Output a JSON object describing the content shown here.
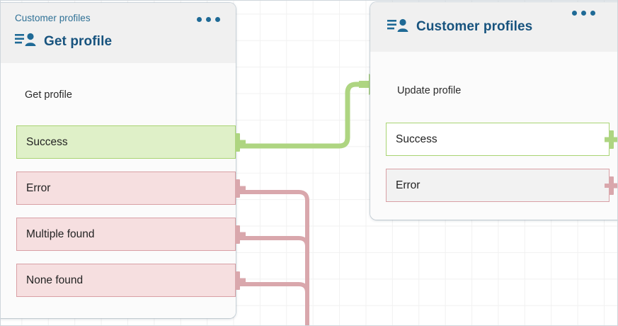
{
  "canvas": {
    "background": "#ffffff",
    "grid_color": "#f1f1f1",
    "grid_size": 37,
    "border_color": "#cfd6dc"
  },
  "palette": {
    "header_bg": "#f0f0f0",
    "card_bg": "#fbfbfb",
    "title_blue": "#17537e",
    "subtitle_blue": "#2e7095",
    "success_fill": "#dff0c8",
    "success_border": "#a9d473",
    "error_fill": "#f6dfe0",
    "error_border": "#d9a0a5",
    "edge_green": "#aed581",
    "edge_pink": "#d9a7ac",
    "edge_grey": "#8c8c8c",
    "kebab_dot": "#1f6a96"
  },
  "nodes": [
    {
      "id": "get-profile",
      "subtitle": "Customer profiles",
      "title": "Get profile",
      "step_label": "Get profile",
      "icon": "customer-profiles-icon",
      "menu_icon": "kebab-menu-icon",
      "incoming_arrow": "grey-chevron-arrow",
      "outputs": [
        {
          "label": "Success",
          "status": "success",
          "style": "filled",
          "port": "output-port-success"
        },
        {
          "label": "Error",
          "status": "error",
          "style": "filled",
          "port": "output-port-error"
        },
        {
          "label": "Multiple found",
          "status": "error",
          "style": "filled",
          "port": "output-port-multiple-found"
        },
        {
          "label": "None found",
          "status": "error",
          "style": "filled",
          "port": "output-port-none-found"
        }
      ]
    },
    {
      "id": "customer-profiles",
      "subtitle": "",
      "title": "Customer profiles",
      "step_label": "Update profile",
      "icon": "customer-profiles-icon",
      "menu_icon": "kebab-menu-icon",
      "incoming_arrow": "green-chevron-arrow",
      "outputs": [
        {
          "label": "Success",
          "status": "success",
          "style": "plain",
          "port": "output-port-success"
        },
        {
          "label": "Error",
          "status": "error",
          "style": "plain",
          "port": "output-port-error"
        }
      ]
    }
  ],
  "edges": [
    {
      "id": "edge-success-to-update-profile",
      "from": "get-profile.Success",
      "to": "customer-profiles",
      "color": "#aed581"
    },
    {
      "id": "edge-error-trunk",
      "from": "get-profile.Error",
      "to": "offscreen-below",
      "color": "#d9a7ac"
    },
    {
      "id": "edge-multiple-found-trunk",
      "from": "get-profile.Multiple found",
      "to": "offscreen-below",
      "color": "#d9a7ac"
    },
    {
      "id": "edge-none-found-trunk",
      "from": "get-profile.None found",
      "to": "offscreen-below",
      "color": "#d9a7ac"
    }
  ]
}
